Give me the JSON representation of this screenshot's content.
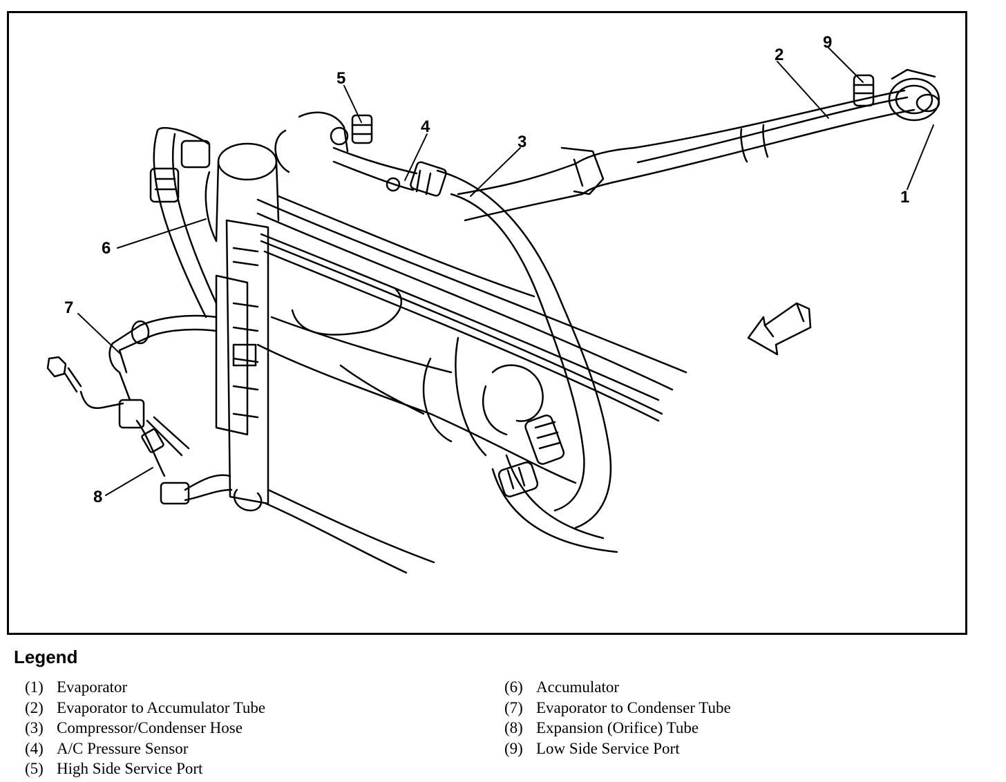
{
  "callouts": [
    "1",
    "2",
    "3",
    "4",
    "5",
    "6",
    "7",
    "8",
    "9"
  ],
  "legend": {
    "heading": "Legend",
    "left": [
      {
        "num": "(1)",
        "text": "Evaporator"
      },
      {
        "num": "(2)",
        "text": "Evaporator to Accumulator Tube"
      },
      {
        "num": "(3)",
        "text": "Compressor/Condenser Hose"
      },
      {
        "num": "(4)",
        "text": "A/C Pressure Sensor"
      },
      {
        "num": "(5)",
        "text": "High Side Service Port"
      }
    ],
    "right": [
      {
        "num": "(6)",
        "text": "Accumulator"
      },
      {
        "num": "(7)",
        "text": "Evaporator to Condenser Tube"
      },
      {
        "num": "(8)",
        "text": "Expansion (Orifice) Tube"
      },
      {
        "num": "(9)",
        "text": "Low Side Service Port"
      }
    ]
  },
  "colors": {
    "line": "#000000",
    "background": "#ffffff"
  }
}
